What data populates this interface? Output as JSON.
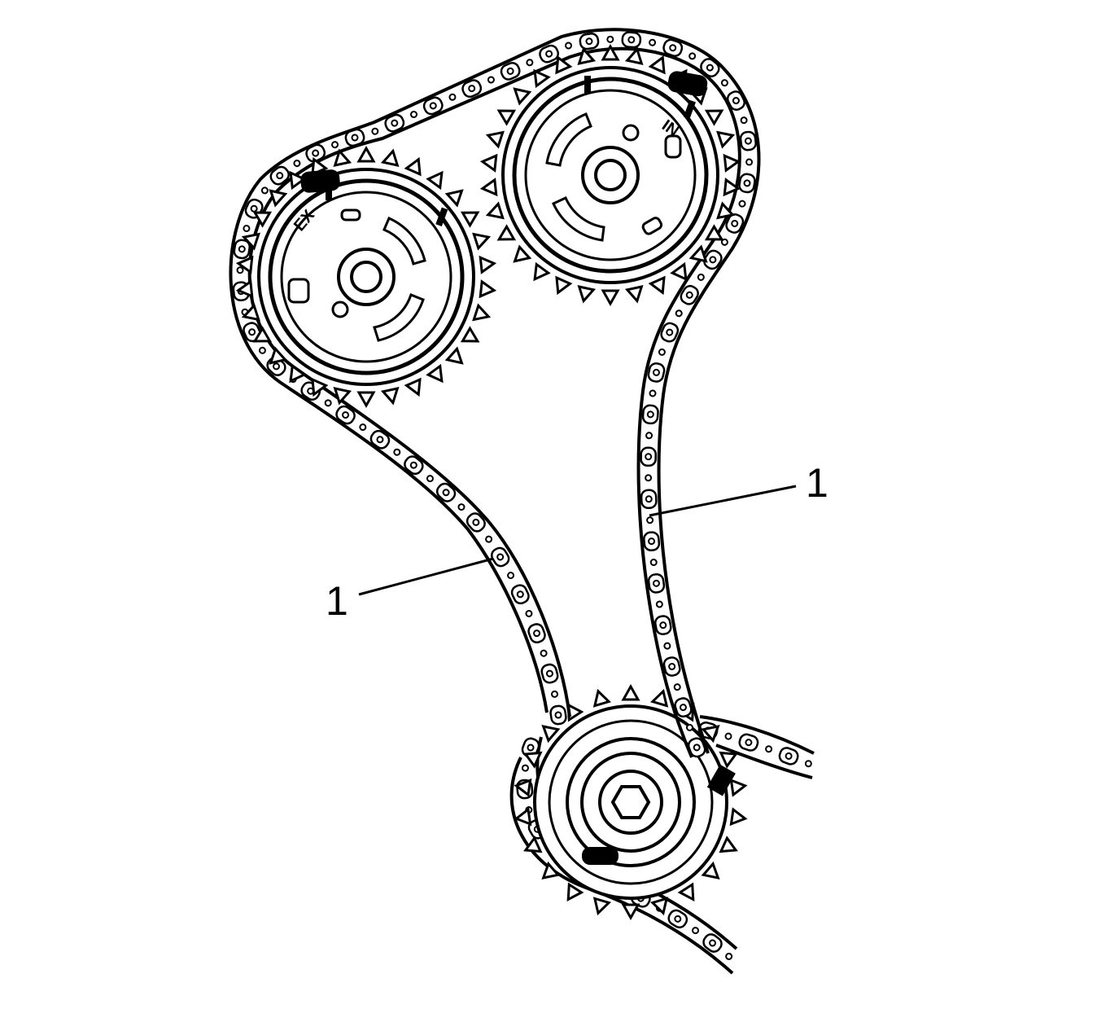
{
  "diagram": {
    "callouts": [
      {
        "id": "chain-right",
        "text": "1"
      },
      {
        "id": "chain-left",
        "text": "1"
      }
    ],
    "sprocket_marks": {
      "exhaust": "EX",
      "intake": "IN"
    }
  }
}
